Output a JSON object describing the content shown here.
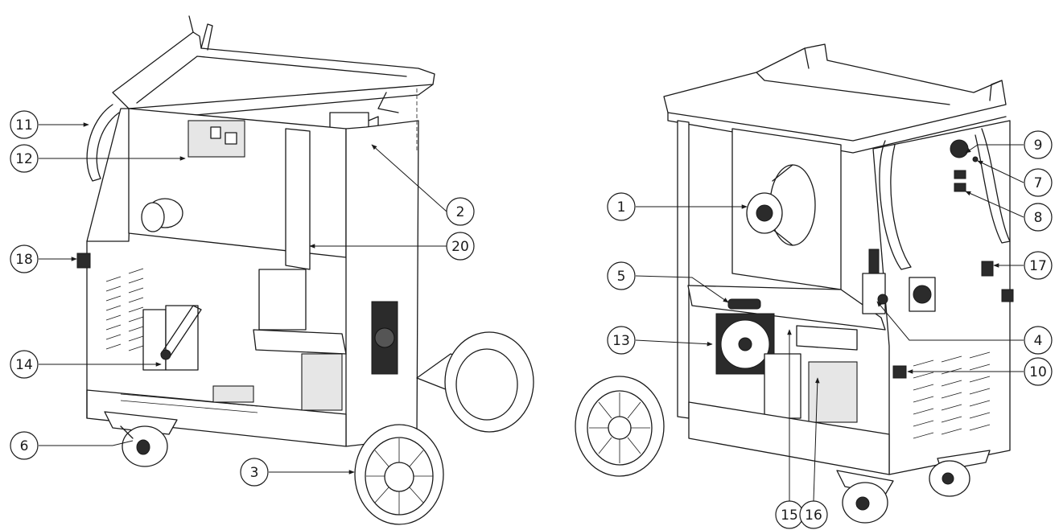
{
  "callouts": [
    {
      "id": "c11",
      "label": "11"
    },
    {
      "id": "c12",
      "label": "12"
    },
    {
      "id": "c2",
      "label": "2"
    },
    {
      "id": "c20",
      "label": "20"
    },
    {
      "id": "c18",
      "label": "18"
    },
    {
      "id": "c14",
      "label": "14"
    },
    {
      "id": "c6",
      "label": "6"
    },
    {
      "id": "c3",
      "label": "3"
    },
    {
      "id": "c9",
      "label": "9"
    },
    {
      "id": "c7",
      "label": "7"
    },
    {
      "id": "c1",
      "label": "1"
    },
    {
      "id": "c8",
      "label": "8"
    },
    {
      "id": "c17",
      "label": "17"
    },
    {
      "id": "c5",
      "label": "5"
    },
    {
      "id": "c4",
      "label": "4"
    },
    {
      "id": "c13",
      "label": "13"
    },
    {
      "id": "c10",
      "label": "10"
    },
    {
      "id": "c15",
      "label": "15"
    },
    {
      "id": "c16",
      "label": "16"
    }
  ]
}
